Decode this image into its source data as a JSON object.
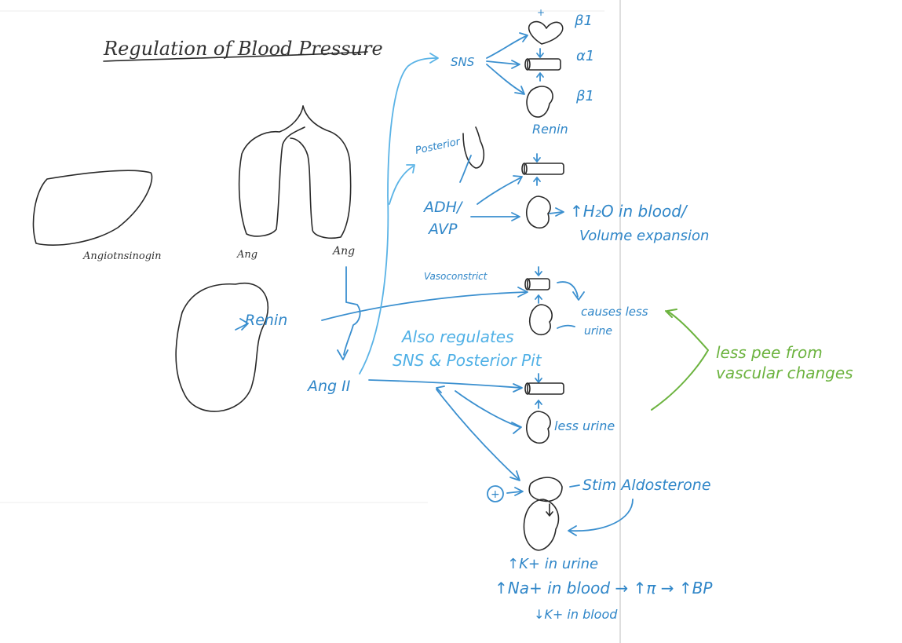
{
  "title": "Regulation of Blood Pressure",
  "organs": {
    "liver_label": "Angiotnsinogin",
    "lung_left_label": "Ang",
    "lung_right_label": "Ang",
    "kidney_label": "Renin",
    "ang2_label": "Ang II"
  },
  "sns": {
    "label": "SNS",
    "heart_receptor": "β1",
    "vessel_receptor": "α1",
    "kidney_receptor": "β1",
    "kidney_output": "Renin"
  },
  "pituitary": {
    "label": "Posterior",
    "hormone_line1": "ADH/",
    "hormone_line2": "AVP",
    "effect_line1": "↑H₂O in blood/",
    "effect_line2": "Volume expansion"
  },
  "renin_path": {
    "vasoconstrict_label": "Vasoconstrict",
    "causes_line1": "causes less",
    "causes_line2": "urine",
    "also_line1": "Also regulates",
    "also_line2": "SNS & Posterior Pit"
  },
  "ang2_path": {
    "less_urine": "less urine"
  },
  "adrenal": {
    "plus_sign": "+",
    "aldosterone_label": "Stim Aldosterone",
    "effect_line1": "↑K+ in urine",
    "effect_line2": "↑Na+ in blood → ↑π → ↑BP",
    "effect_line3": "↓K+ in blood"
  },
  "summary": {
    "line1": "less pee from",
    "line2": "vascular changes"
  }
}
